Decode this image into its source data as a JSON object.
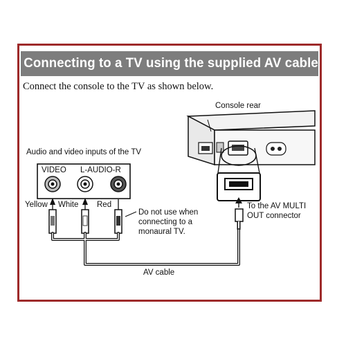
{
  "title": "Connecting to a TV using the supplied AV cable",
  "intro": "Connect the console to the TV as shown below.",
  "labels": {
    "console_rear": "Console rear",
    "tv_inputs": "Audio and video inputs of the TV",
    "video": "VIDEO",
    "l_audio_r": "L-AUDIO-R",
    "yellow": "Yellow",
    "white": "White",
    "red": "Red",
    "warning_line1": "Do not use when",
    "warning_line2": "connecting to a",
    "warning_line3": "monaural TV.",
    "av_multi_line1": "To the AV MULTI",
    "av_multi_line2": "OUT connector",
    "av_cable": "AV cable"
  },
  "colors": {
    "frame": "#9e2a2a",
    "title_bar": "#7d7d7d"
  }
}
